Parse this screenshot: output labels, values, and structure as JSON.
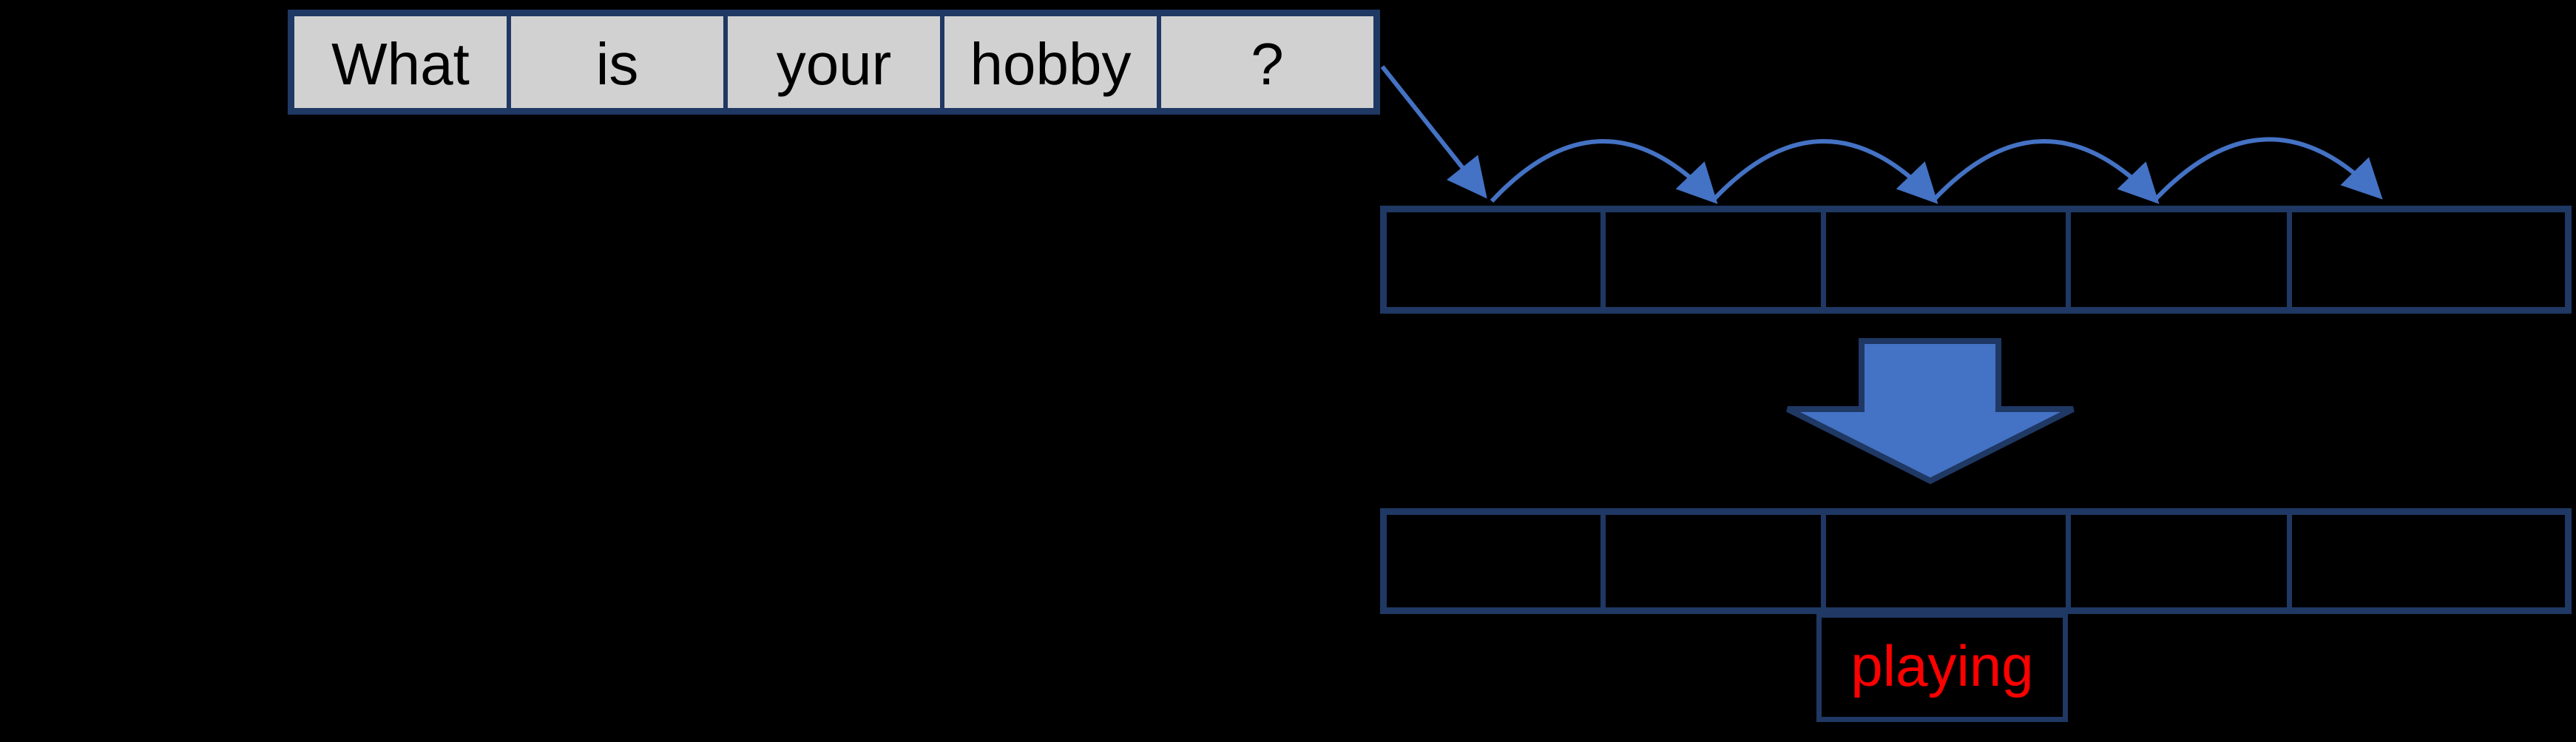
{
  "diagram": {
    "background_color": "#000000",
    "box_border_color": "#1F3864",
    "arrow_color": "#4472C4",
    "source_row": {
      "cell_fill": "#D1D1D1",
      "text_color": "#000000",
      "words": [
        "What",
        "is",
        "your",
        "hobby",
        "?"
      ]
    },
    "encoded_row": {
      "cell_count": 5
    },
    "decoded_row": {
      "cell_count": 5
    },
    "hop_arrows": {
      "count": 4
    },
    "output": {
      "label": "playing",
      "text_color": "#FF0000"
    }
  }
}
